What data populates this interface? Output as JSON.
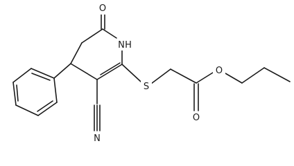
{
  "molecule": {
    "atoms": {
      "carbonyl_oxygen": "O",
      "ring_nitrogen": "N",
      "ring_nitrogen_h": "H",
      "thioether_sulfur": "S",
      "ester_ether_oxygen": "O",
      "ester_carbonyl_oxygen": "O",
      "nitrile_nitrogen": "N"
    }
  },
  "colors": {
    "bond": "#1a1a1a",
    "label": "#1a1a1a",
    "background": "#ffffff"
  }
}
